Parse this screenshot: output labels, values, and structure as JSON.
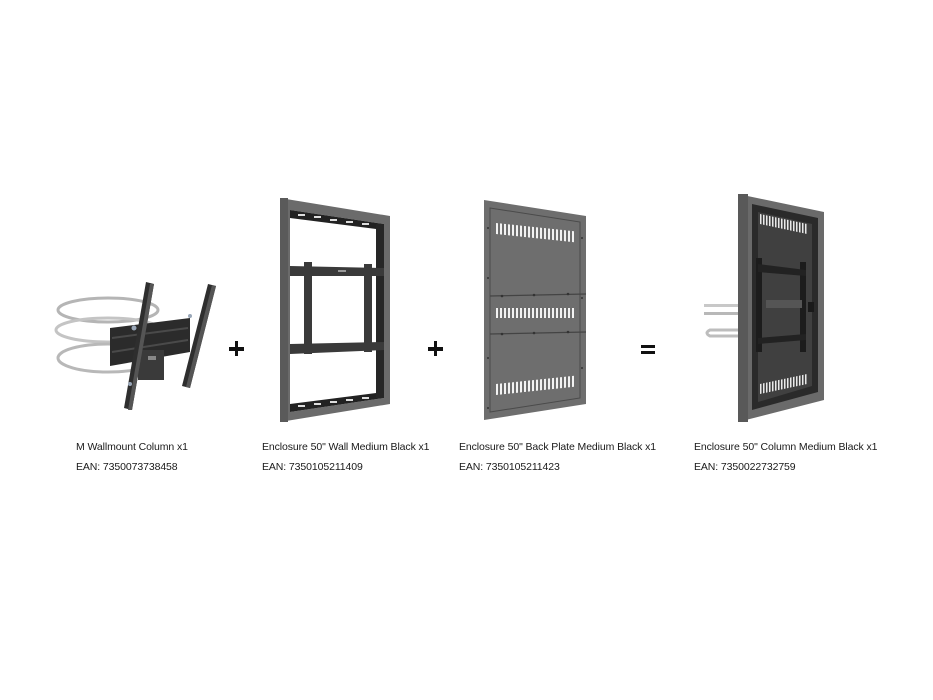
{
  "products": [
    {
      "name": "M Wallmount Column x1",
      "ean": "EAN: 7350073738458",
      "icon": "wallmount-column-bracket"
    },
    {
      "name": "Enclosure 50\" Wall Medium Black x1",
      "ean": "EAN: 7350105211409",
      "icon": "enclosure-wall-frame"
    },
    {
      "name": "Enclosure 50\" Back Plate Medium Black x1",
      "ean": "EAN: 7350105211423",
      "icon": "enclosure-back-plate"
    },
    {
      "name": "Enclosure 50\" Column Medium Black x1",
      "ean": "EAN: 7350022732759",
      "icon": "enclosure-column-assembled"
    }
  ],
  "operators": [
    "+",
    "+",
    "="
  ],
  "colors": {
    "background": "#ffffff",
    "frame": "#6b6b6b",
    "frame_dark": "#2a2a2a",
    "plate": "#6e6e6e",
    "steel": "#c8c8c8",
    "text": "#1a1a1a"
  }
}
